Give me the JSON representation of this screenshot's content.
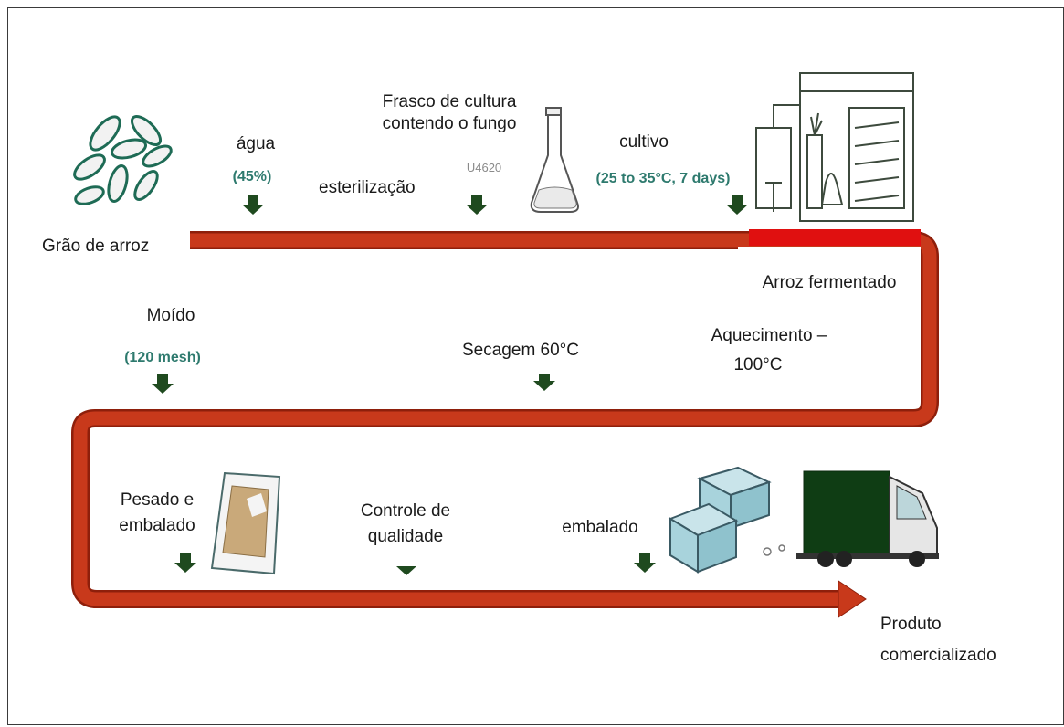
{
  "diagram": {
    "labels": {
      "rice_grain": "Grão de arroz",
      "water": "água",
      "water_pct": "(45%)",
      "sterilization": "esterilização",
      "culture_flask_line1": "Frasco de cultura",
      "culture_flask_line2": "contendo o fungo",
      "strain_code": "U4620",
      "cultivation": "cultivo",
      "cultivation_conditions": "(25 to 35°C, 7 days)",
      "fermented_rice": "Arroz fermentado",
      "heating_line1": "Aquecimento –",
      "heating_line2": "100°C",
      "drying": "Secagem 60°C",
      "milled": "Moído",
      "mesh": "(120 mesh)",
      "weighed_line1": "Pesado e",
      "weighed_line2": "embalado",
      "quality_line1": "Controle de",
      "quality_line2": "qualidade",
      "packed": "embalado",
      "product_line1": "Produto",
      "product_line2": "comercializado"
    },
    "colors": {
      "process_line": "#c8391b",
      "process_line_edge": "#8e1f0b",
      "arrow_green": "#1f4a1f",
      "teal_text": "#2e7a6e",
      "red_band": "#e01010",
      "box_fill": "#a8d3dc",
      "truck_cab": "#e6e6e6",
      "truck_box": "#0f3d14"
    },
    "icons": [
      "rice-grains-icon",
      "culture-flask-icon",
      "fermentation-chamber-icon",
      "packaged-bag-icon",
      "boxes-icon",
      "truck-icon"
    ]
  }
}
